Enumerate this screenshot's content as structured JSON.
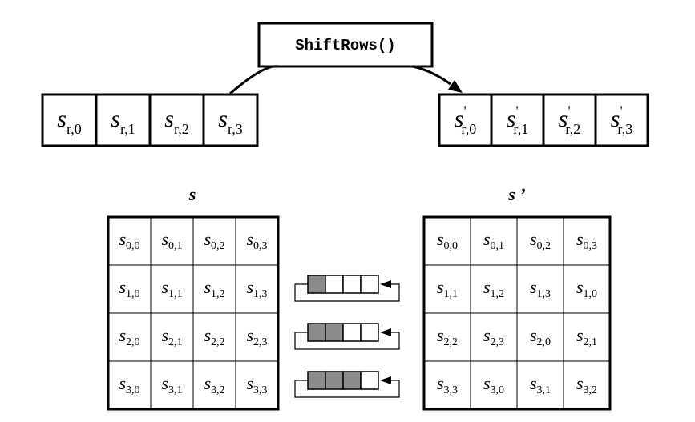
{
  "function_label": "ShiftRows()",
  "row_before": {
    "cells": [
      {
        "base": "s",
        "prime": "",
        "sub": "r,0"
      },
      {
        "base": "s",
        "prime": "",
        "sub": "r,1"
      },
      {
        "base": "s",
        "prime": "",
        "sub": "r,2"
      },
      {
        "base": "s",
        "prime": "",
        "sub": "r,3"
      }
    ]
  },
  "row_after": {
    "cells": [
      {
        "base": "s",
        "prime": "'",
        "sub": "r,0"
      },
      {
        "base": "s",
        "prime": "'",
        "sub": "r,1"
      },
      {
        "base": "s",
        "prime": "'",
        "sub": "r,2"
      },
      {
        "base": "s",
        "prime": "'",
        "sub": "r,3"
      }
    ]
  },
  "state_before": {
    "label": "s",
    "rows": [
      [
        "0,0",
        "0,1",
        "0,2",
        "0,3"
      ],
      [
        "1,0",
        "1,1",
        "1,2",
        "1,3"
      ],
      [
        "2,0",
        "2,1",
        "2,2",
        "2,3"
      ],
      [
        "3,0",
        "3,1",
        "3,2",
        "3,3"
      ]
    ]
  },
  "state_after": {
    "label": "s ’",
    "rows": [
      [
        "0,0",
        "0,1",
        "0,2",
        "0,3"
      ],
      [
        "1,1",
        "1,2",
        "1,3",
        "1,0"
      ],
      [
        "2,2",
        "2,3",
        "2,0",
        "2,1"
      ],
      [
        "3,3",
        "3,0",
        "3,1",
        "3,2"
      ]
    ]
  },
  "shifts": [
    {
      "shaded": 1
    },
    {
      "shaded": 2
    },
    {
      "shaded": 3
    }
  ],
  "colors": {
    "line": "#000000",
    "shaded": "#8c8c8c",
    "background": "#ffffff"
  }
}
